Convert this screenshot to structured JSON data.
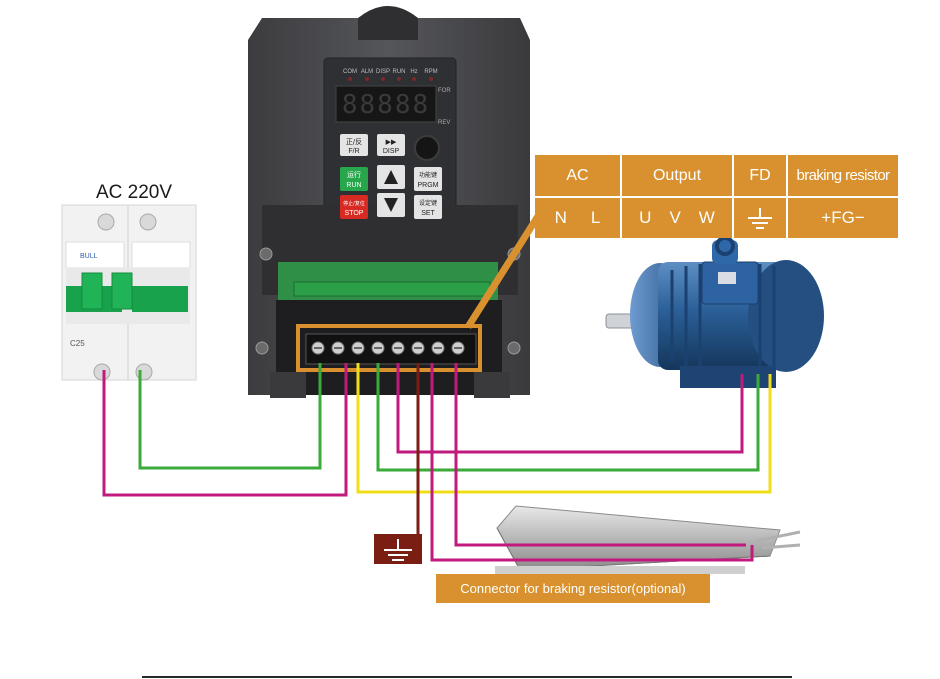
{
  "breaker": {
    "label": "AC  220V",
    "brand": "BULL",
    "model": "C25"
  },
  "drive": {
    "indicators": [
      "COM",
      "ALM",
      "DISP",
      "RUN",
      "Hz",
      "RPM"
    ],
    "display_digits": "88888",
    "dir_for": "FOR",
    "dir_rev": "REV",
    "buttons": {
      "fr": {
        "cn": "正/反",
        "en": "F/R"
      },
      "disp": {
        "icon": "▶▶",
        "en": "DISP"
      },
      "run": {
        "cn": "运行",
        "en": "RUN"
      },
      "prgm": {
        "cn": "功能键",
        "en": "PRGM"
      },
      "stop": {
        "cn": "停止/复位",
        "en": "STOP"
      },
      "set": {
        "cn": "设定键",
        "en": "SET"
      }
    }
  },
  "terminal_table": {
    "headers": [
      "AC",
      "Output",
      "FD",
      "braking resistor"
    ],
    "terminals": {
      "ac": [
        "N",
        "L"
      ],
      "output": [
        "U",
        "V",
        "W"
      ],
      "fd": "ground-icon",
      "braking": "+FG−"
    }
  },
  "ground_box_icon": "ground-icon",
  "braking_note": "Connector for braking resistor(optional)",
  "colors": {
    "orange": "#d8912e",
    "green_wire": "#3aab3a",
    "magenta_wire": "#c01a7c",
    "yellow_wire": "#f0de1a",
    "brown_wire": "#7a1e14",
    "ground_box": "#7a1e14",
    "drive_body": "#48484b",
    "motor_blue": "#2b5f97"
  }
}
